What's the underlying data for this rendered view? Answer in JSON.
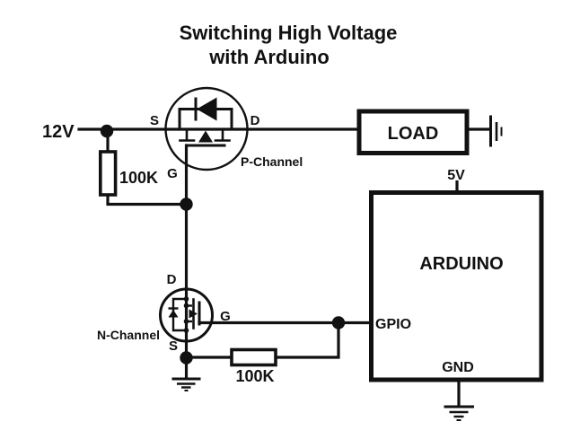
{
  "title": {
    "line1": "Switching High Voltage",
    "line2": "with Arduino"
  },
  "power": {
    "supply_label": "12V"
  },
  "p_mosfet": {
    "source": "S",
    "drain": "D",
    "gate": "G",
    "type_label": "P-Channel"
  },
  "n_mosfet": {
    "drain": "D",
    "source": "S",
    "gate": "G",
    "type_label": "N-Channel"
  },
  "resistors": {
    "pullup_value": "100K",
    "pulldown_value": "100K"
  },
  "load": {
    "label": "LOAD"
  },
  "arduino": {
    "name": "ARDUINO",
    "pins": {
      "power": "5V",
      "gpio": "GPIO",
      "ground": "GND"
    }
  },
  "colors": {
    "ink": "#111111",
    "background": "#ffffff"
  }
}
